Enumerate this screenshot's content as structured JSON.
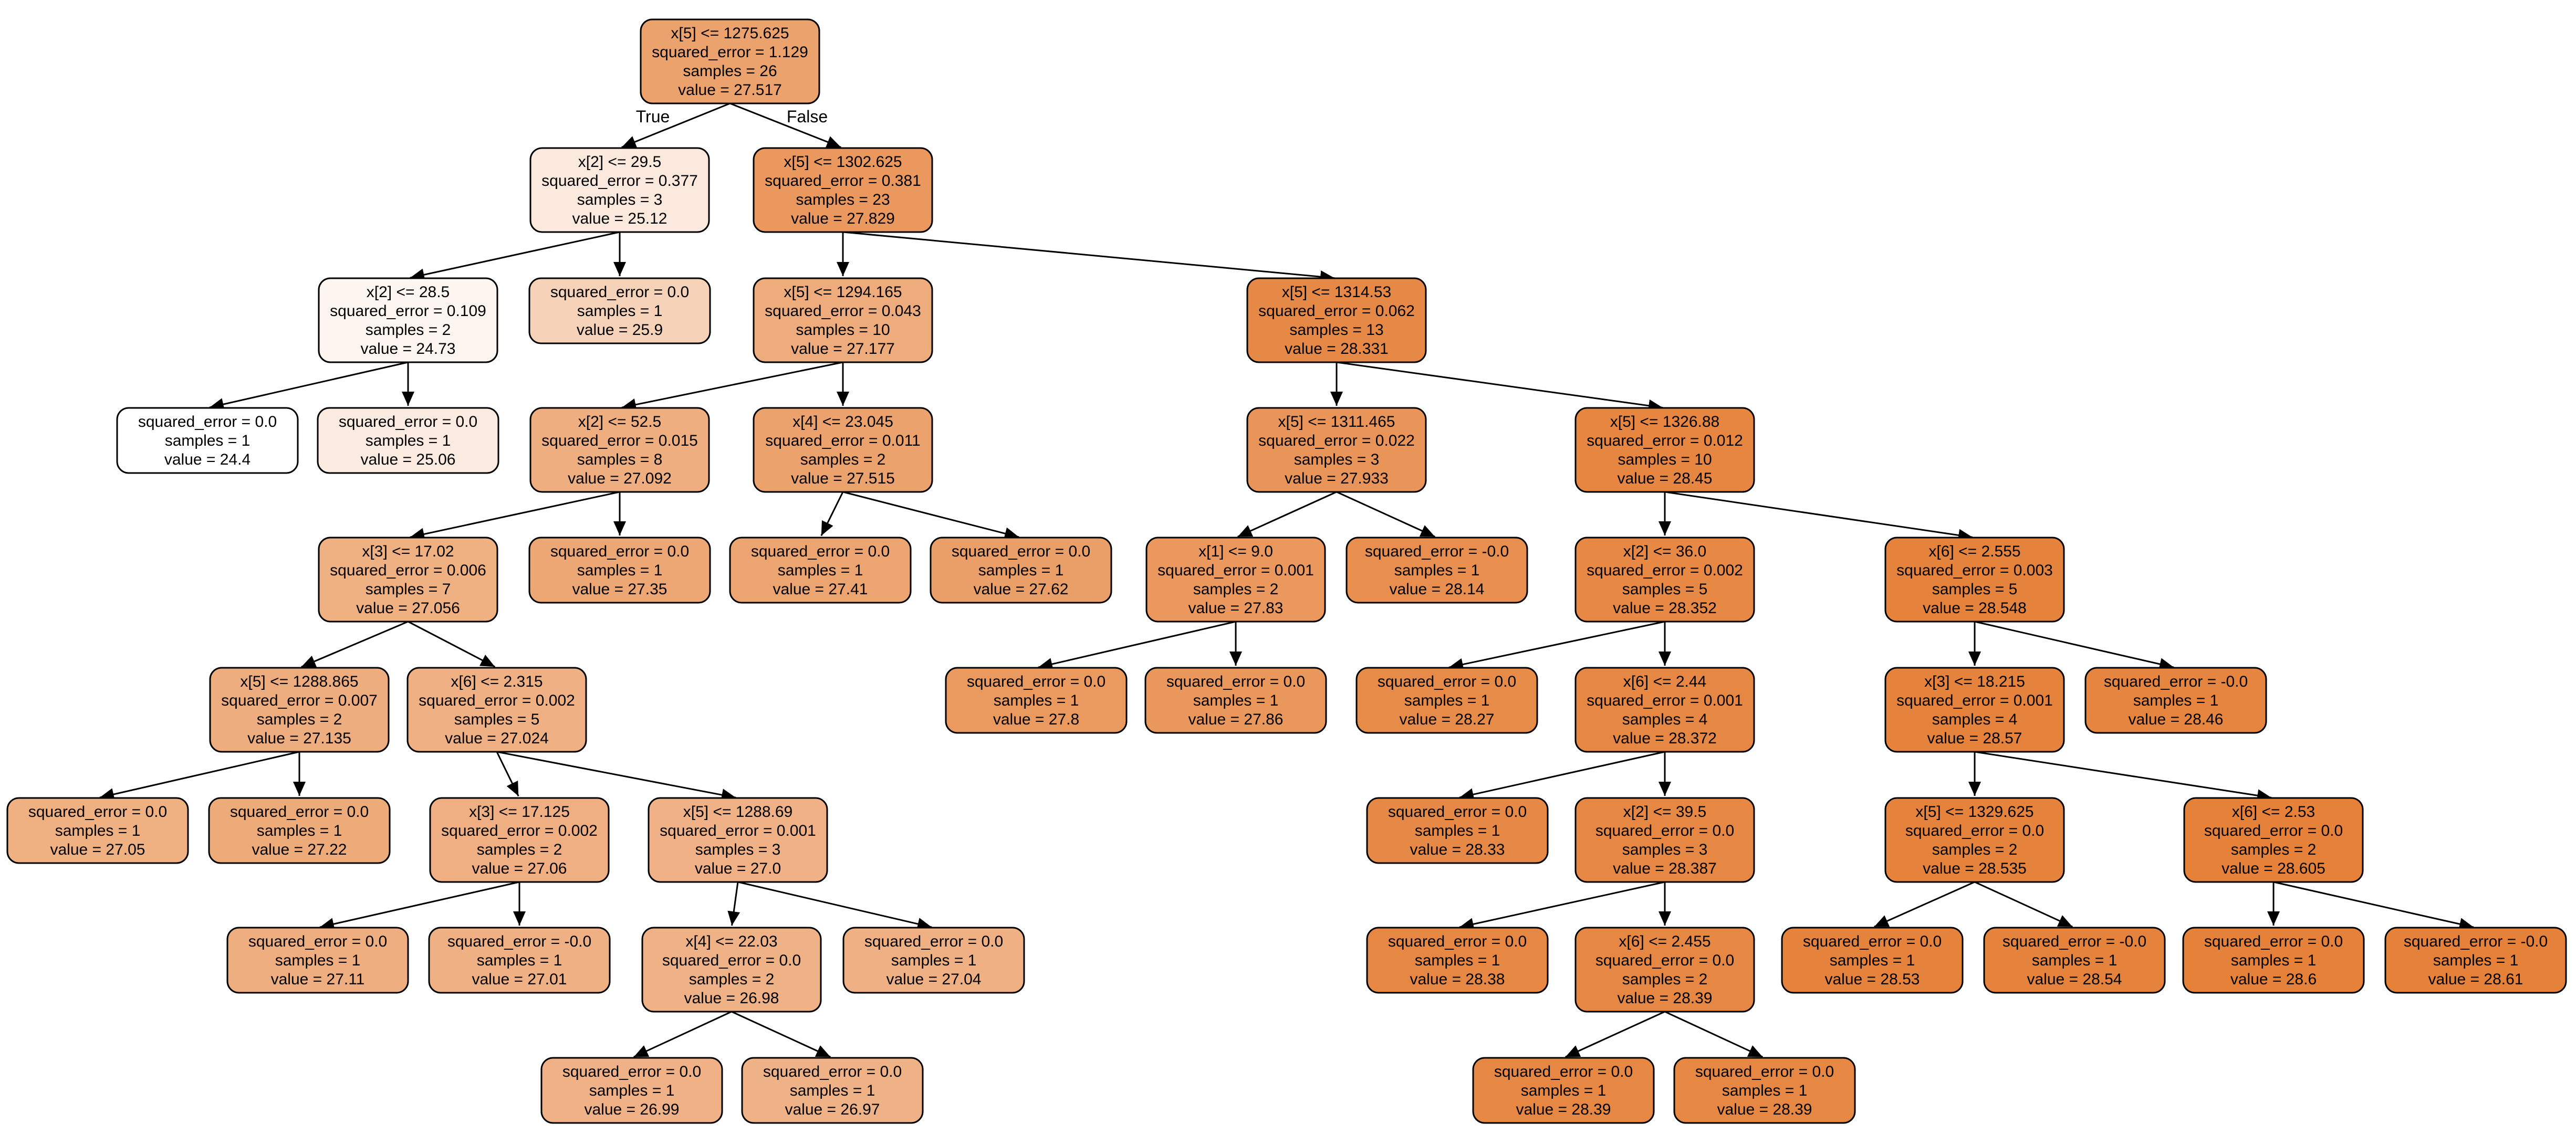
{
  "value_scale": {
    "min": 24.4,
    "max": 28.61,
    "color_low": "#ffffff",
    "color_high": "#e58139"
  },
  "edge_labels": {
    "true": "True",
    "false": "False"
  },
  "nodes": [
    {
      "id": 0,
      "lines": [
        "x[5] <= 1275.625",
        "squared_error = 1.129",
        "samples = 26",
        "value = 27.517"
      ],
      "value": 27.517,
      "parent": null
    },
    {
      "id": 1,
      "lines": [
        "x[2] <= 29.5",
        "squared_error = 0.377",
        "samples = 3",
        "value = 25.12"
      ],
      "value": 25.12,
      "parent": 0
    },
    {
      "id": 2,
      "lines": [
        "x[5] <= 1302.625",
        "squared_error = 0.381",
        "samples = 23",
        "value = 27.829"
      ],
      "value": 27.829,
      "parent": 0
    },
    {
      "id": 3,
      "lines": [
        "x[2] <= 28.5",
        "squared_error = 0.109",
        "samples = 2",
        "value = 24.73"
      ],
      "value": 24.73,
      "parent": 1
    },
    {
      "id": 4,
      "lines": [
        "squared_error = 0.0",
        "samples = 1",
        "value = 25.9"
      ],
      "value": 25.9,
      "parent": 1
    },
    {
      "id": 5,
      "lines": [
        "squared_error = 0.0",
        "samples = 1",
        "value = 24.4"
      ],
      "value": 24.4,
      "parent": 3
    },
    {
      "id": 6,
      "lines": [
        "squared_error = 0.0",
        "samples = 1",
        "value = 25.06"
      ],
      "value": 25.06,
      "parent": 3
    },
    {
      "id": 7,
      "lines": [
        "x[5] <= 1294.165",
        "squared_error = 0.043",
        "samples = 10",
        "value = 27.177"
      ],
      "value": 27.177,
      "parent": 2
    },
    {
      "id": 8,
      "lines": [
        "x[5] <= 1314.53",
        "squared_error = 0.062",
        "samples = 13",
        "value = 28.331"
      ],
      "value": 28.331,
      "parent": 2
    },
    {
      "id": 9,
      "lines": [
        "x[2] <= 52.5",
        "squared_error = 0.015",
        "samples = 8",
        "value = 27.092"
      ],
      "value": 27.092,
      "parent": 7
    },
    {
      "id": 10,
      "lines": [
        "x[4] <= 23.045",
        "squared_error = 0.011",
        "samples = 2",
        "value = 27.515"
      ],
      "value": 27.515,
      "parent": 7
    },
    {
      "id": 11,
      "lines": [
        "x[3] <= 17.02",
        "squared_error = 0.006",
        "samples = 7",
        "value = 27.056"
      ],
      "value": 27.056,
      "parent": 9
    },
    {
      "id": 12,
      "lines": [
        "squared_error = 0.0",
        "samples = 1",
        "value = 27.35"
      ],
      "value": 27.35,
      "parent": 9
    },
    {
      "id": 13,
      "lines": [
        "x[5] <= 1288.865",
        "squared_error = 0.007",
        "samples = 2",
        "value = 27.135"
      ],
      "value": 27.135,
      "parent": 11
    },
    {
      "id": 14,
      "lines": [
        "x[6] <= 2.315",
        "squared_error = 0.002",
        "samples = 5",
        "value = 27.024"
      ],
      "value": 27.024,
      "parent": 11
    },
    {
      "id": 15,
      "lines": [
        "squared_error = 0.0",
        "samples = 1",
        "value = 27.05"
      ],
      "value": 27.05,
      "parent": 13
    },
    {
      "id": 16,
      "lines": [
        "squared_error = 0.0",
        "samples = 1",
        "value = 27.22"
      ],
      "value": 27.22,
      "parent": 13
    },
    {
      "id": 17,
      "lines": [
        "x[3] <= 17.125",
        "squared_error = 0.002",
        "samples = 2",
        "value = 27.06"
      ],
      "value": 27.06,
      "parent": 14
    },
    {
      "id": 18,
      "lines": [
        "x[5] <= 1288.69",
        "squared_error = 0.001",
        "samples = 3",
        "value = 27.0"
      ],
      "value": 27.0,
      "parent": 14
    },
    {
      "id": 19,
      "lines": [
        "squared_error = 0.0",
        "samples = 1",
        "value = 27.11"
      ],
      "value": 27.11,
      "parent": 17
    },
    {
      "id": 20,
      "lines": [
        "squared_error = -0.0",
        "samples = 1",
        "value = 27.01"
      ],
      "value": 27.01,
      "parent": 17
    },
    {
      "id": 21,
      "lines": [
        "x[4] <= 22.03",
        "squared_error = 0.0",
        "samples = 2",
        "value = 26.98"
      ],
      "value": 26.98,
      "parent": 18
    },
    {
      "id": 22,
      "lines": [
        "squared_error = 0.0",
        "samples = 1",
        "value = 27.04"
      ],
      "value": 27.04,
      "parent": 18
    },
    {
      "id": 23,
      "lines": [
        "squared_error = 0.0",
        "samples = 1",
        "value = 26.99"
      ],
      "value": 26.99,
      "parent": 21
    },
    {
      "id": 24,
      "lines": [
        "squared_error = 0.0",
        "samples = 1",
        "value = 26.97"
      ],
      "value": 26.97,
      "parent": 21
    },
    {
      "id": 25,
      "lines": [
        "squared_error = 0.0",
        "samples = 1",
        "value = 27.41"
      ],
      "value": 27.41,
      "parent": 10
    },
    {
      "id": 26,
      "lines": [
        "squared_error = 0.0",
        "samples = 1",
        "value = 27.62"
      ],
      "value": 27.62,
      "parent": 10
    },
    {
      "id": 27,
      "lines": [
        "x[5] <= 1311.465",
        "squared_error = 0.022",
        "samples = 3",
        "value = 27.933"
      ],
      "value": 27.933,
      "parent": 8
    },
    {
      "id": 28,
      "lines": [
        "x[5] <= 1326.88",
        "squared_error = 0.012",
        "samples = 10",
        "value = 28.45"
      ],
      "value": 28.45,
      "parent": 8
    },
    {
      "id": 29,
      "lines": [
        "x[1] <= 9.0",
        "squared_error = 0.001",
        "samples = 2",
        "value = 27.83"
      ],
      "value": 27.83,
      "parent": 27
    },
    {
      "id": 30,
      "lines": [
        "squared_error = -0.0",
        "samples = 1",
        "value = 28.14"
      ],
      "value": 28.14,
      "parent": 27
    },
    {
      "id": 31,
      "lines": [
        "squared_error = 0.0",
        "samples = 1",
        "value = 27.8"
      ],
      "value": 27.8,
      "parent": 29
    },
    {
      "id": 32,
      "lines": [
        "squared_error = 0.0",
        "samples = 1",
        "value = 27.86"
      ],
      "value": 27.86,
      "parent": 29
    },
    {
      "id": 33,
      "lines": [
        "x[2] <= 36.0",
        "squared_error = 0.002",
        "samples = 5",
        "value = 28.352"
      ],
      "value": 28.352,
      "parent": 28
    },
    {
      "id": 34,
      "lines": [
        "x[6] <= 2.555",
        "squared_error = 0.003",
        "samples = 5",
        "value = 28.548"
      ],
      "value": 28.548,
      "parent": 28
    },
    {
      "id": 35,
      "lines": [
        "squared_error = 0.0",
        "samples = 1",
        "value = 28.27"
      ],
      "value": 28.27,
      "parent": 33
    },
    {
      "id": 36,
      "lines": [
        "x[6] <= 2.44",
        "squared_error = 0.001",
        "samples = 4",
        "value = 28.372"
      ],
      "value": 28.372,
      "parent": 33
    },
    {
      "id": 37,
      "lines": [
        "squared_error = 0.0",
        "samples = 1",
        "value = 28.33"
      ],
      "value": 28.33,
      "parent": 36
    },
    {
      "id": 38,
      "lines": [
        "x[2] <= 39.5",
        "squared_error = 0.0",
        "samples = 3",
        "value = 28.387"
      ],
      "value": 28.387,
      "parent": 36
    },
    {
      "id": 39,
      "lines": [
        "squared_error = 0.0",
        "samples = 1",
        "value = 28.38"
      ],
      "value": 28.38,
      "parent": 38
    },
    {
      "id": 40,
      "lines": [
        "x[6] <= 2.455",
        "squared_error = 0.0",
        "samples = 2",
        "value = 28.39"
      ],
      "value": 28.39,
      "parent": 38
    },
    {
      "id": 41,
      "lines": [
        "squared_error = 0.0",
        "samples = 1",
        "value = 28.39"
      ],
      "value": 28.39,
      "parent": 40
    },
    {
      "id": 42,
      "lines": [
        "squared_error = 0.0",
        "samples = 1",
        "value = 28.39"
      ],
      "value": 28.39,
      "parent": 40
    },
    {
      "id": 43,
      "lines": [
        "x[3] <= 18.215",
        "squared_error = 0.001",
        "samples = 4",
        "value = 28.57"
      ],
      "value": 28.57,
      "parent": 34
    },
    {
      "id": 44,
      "lines": [
        "squared_error = -0.0",
        "samples = 1",
        "value = 28.46"
      ],
      "value": 28.46,
      "parent": 34
    },
    {
      "id": 45,
      "lines": [
        "x[5] <= 1329.625",
        "squared_error = 0.0",
        "samples = 2",
        "value = 28.535"
      ],
      "value": 28.535,
      "parent": 43
    },
    {
      "id": 46,
      "lines": [
        "x[6] <= 2.53",
        "squared_error = 0.0",
        "samples = 2",
        "value = 28.605"
      ],
      "value": 28.605,
      "parent": 43
    },
    {
      "id": 47,
      "lines": [
        "squared_error = 0.0",
        "samples = 1",
        "value = 28.53"
      ],
      "value": 28.53,
      "parent": 45
    },
    {
      "id": 48,
      "lines": [
        "squared_error = -0.0",
        "samples = 1",
        "value = 28.54"
      ],
      "value": 28.54,
      "parent": 45
    },
    {
      "id": 49,
      "lines": [
        "squared_error = 0.0",
        "samples = 1",
        "value = 28.6"
      ],
      "value": 28.6,
      "parent": 46
    },
    {
      "id": 50,
      "lines": [
        "squared_error = -0.0",
        "samples = 1",
        "value = 28.61"
      ],
      "value": 28.61,
      "parent": 46
    }
  ]
}
